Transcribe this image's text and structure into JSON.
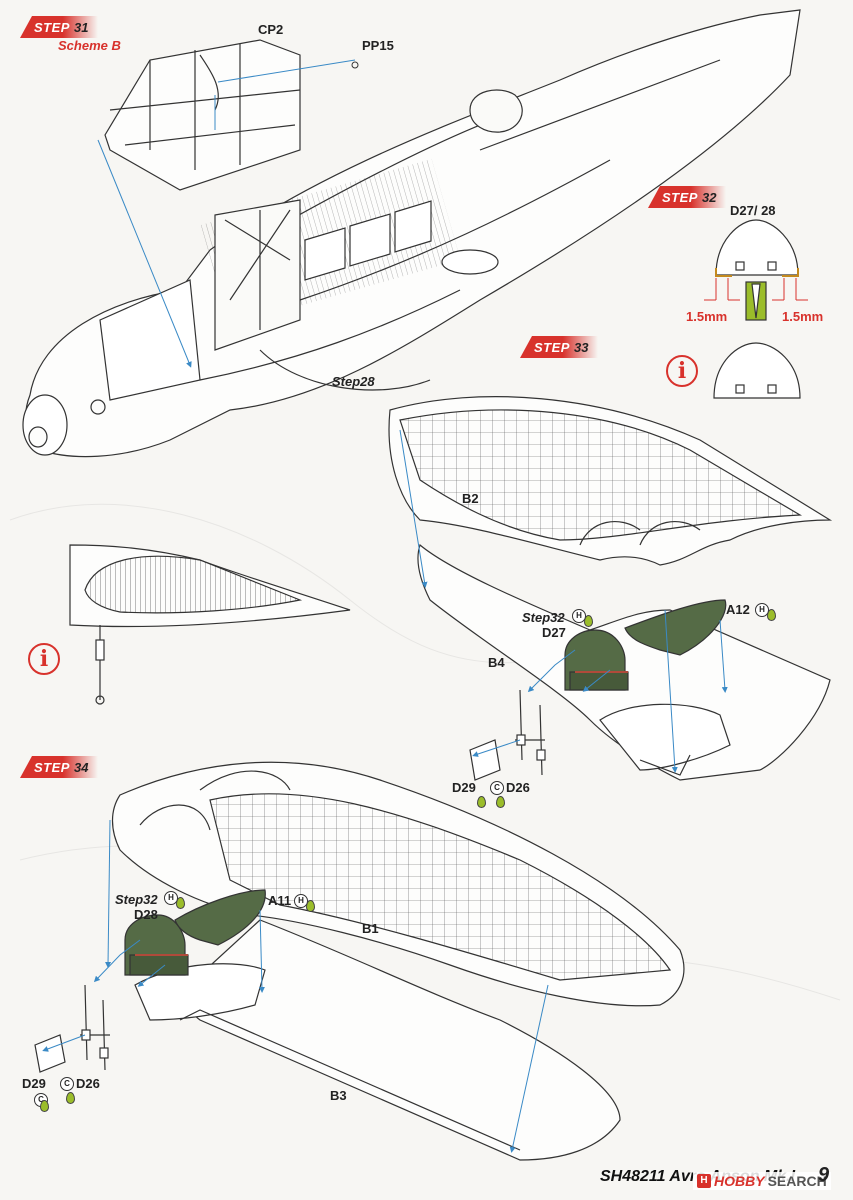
{
  "steps": {
    "s31": {
      "word": "STEP",
      "num": "31",
      "scheme": "Scheme B"
    },
    "s32": {
      "word": "STEP",
      "num": "32"
    },
    "s33": {
      "word": "STEP",
      "num": "33"
    },
    "s34": {
      "word": "STEP",
      "num": "34"
    }
  },
  "parts": {
    "cp2": "CP2",
    "pp15": "PP15",
    "step28": "Step28",
    "d27_28": "D27/ 28",
    "mm_left": "1.5mm",
    "mm_right": "1.5mm",
    "b2": "B2",
    "step32_a": "Step32",
    "d27": "D27",
    "a12": "A12",
    "b4": "B4",
    "d29_a": "D29",
    "d26_a": "D26",
    "step32_b": "Step32",
    "d28": "D28",
    "a11": "A11",
    "b1": "B1",
    "d29_b": "D29",
    "d26_b": "D26",
    "b3": "B3"
  },
  "paint_codes": {
    "h": "H",
    "c": "C"
  },
  "info_symbol": "i",
  "footer": {
    "code": "SH48211 Avro Anson Mk.I",
    "page": "9"
  },
  "watermark": {
    "icon": "H",
    "brand": "HOBBY",
    "word": "SEARCH"
  },
  "colors": {
    "accent_red": "#d8322c",
    "part_green": "#556b46",
    "callout_blue": "#3a8ac6",
    "paint_yellow": "#9bbd2a"
  }
}
